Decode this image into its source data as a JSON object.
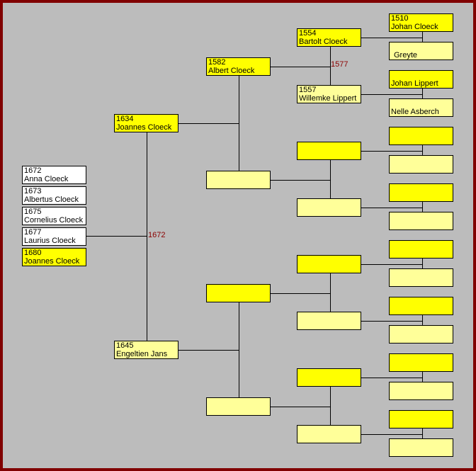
{
  "children": [
    {
      "year": "1672",
      "name": "Anna Cloeck"
    },
    {
      "year": "1673",
      "name": "Albertus Cloeck"
    },
    {
      "year": "1675",
      "name": "Cornelius Cloeck"
    },
    {
      "year": "1677",
      "name": "Laurius Cloeck"
    },
    {
      "year": "1680",
      "name": "Joannes Cloeck"
    }
  ],
  "father": {
    "year": "1634",
    "name": "Joannes Cloeck"
  },
  "mother": {
    "year": "1645",
    "name": "Engeltien Jans"
  },
  "marriage_parents": "1672",
  "paternal_grandfather": {
    "year": "1582",
    "name": "Albert Cloeck"
  },
  "ggf": {
    "year": "1554",
    "name": "Bartolt Cloeck"
  },
  "ggm": {
    "year": "1557",
    "name": "Willemke Lippert"
  },
  "marriage_ggp": "1577",
  "gggf1": {
    "year": "1510",
    "name": "Johan Cloeck"
  },
  "gggm1": {
    "name": "Greyte"
  },
  "gggf2": {
    "name": "Johan Lippert"
  },
  "gggm2": {
    "name": "Nelle Asberch"
  },
  "colors": {
    "highlight": "#ffff00",
    "female": "#ffff99",
    "sibling": "#ffffff",
    "border": "#800000",
    "marriage_year": "#8b0000"
  }
}
